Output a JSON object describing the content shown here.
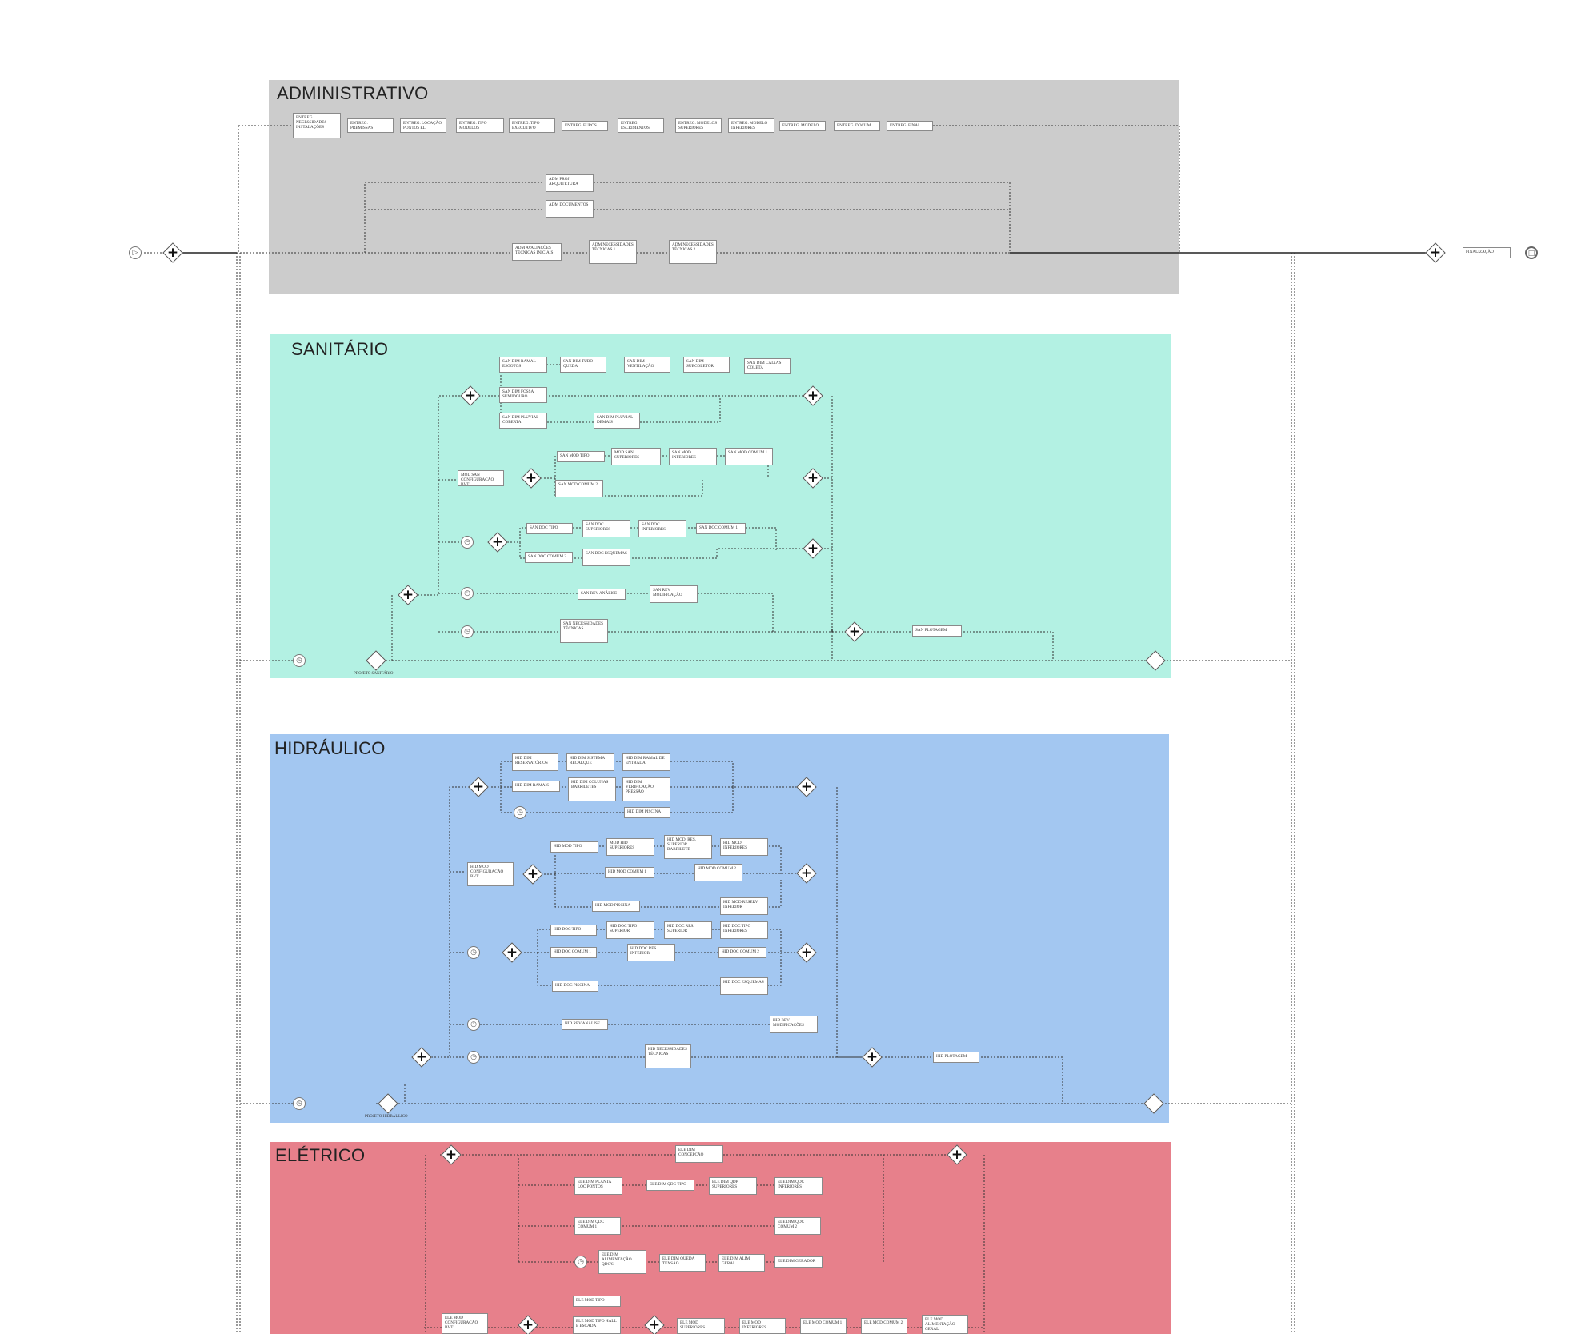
{
  "lanes": {
    "administrativo": {
      "title": "ADMINISTRATIVO",
      "color": "#cccccc"
    },
    "sanitario": {
      "title": "SANITÁRIO",
      "color": "#b3f1e3"
    },
    "hidraulico": {
      "title": "HIDRÁULICO",
      "color": "#a3c7f1"
    },
    "eletrico": {
      "title": "ELÉTRICO",
      "color": "#e7808b"
    }
  },
  "administrativo": {
    "entregas": [
      "ENTREG. NECESSIDADES INSTALAÇÕES",
      "ENTREG. PREMISSAS",
      "ENTREG. LOCAÇÃO PONTOS EL",
      "ENTREG. TIPO MODELOS",
      "ENTREG. TIPO EXECUTIVO",
      "ENTREG. FUROS",
      "ENTREG. ESCRIMENTOS",
      "ENTREG. MODELOS SUPERIORES",
      "ENTREG. MODELO INFERIORES",
      "ENTREG. MODELO",
      "ENTREG. DOCUM",
      "ENTREG. FINAL"
    ],
    "adm_proj": "ADM PROJ ARQUITETURA",
    "adm_docs": "ADM DOCUMENTOS",
    "adm_aval": "ADM AVALIAÇÕES TÉCNICAS INICIAIS",
    "adm_nec1": "ADM NECESSIDADES TÉCNICAS 1",
    "adm_nec2": "ADM NECESSIDADES TÉCNICAS 2",
    "finalizacao": "FINALIZAÇÃO"
  },
  "sanitario": {
    "dim_row1": [
      "SAN DIM RAMAL ESGOTOS",
      "SAN DIM TUBO QUEDA",
      "SAN DIM VENTILAÇÃO",
      "SAN DIM SUBCOLETOR",
      "SAN DIM CAIXAS COLETA"
    ],
    "dim_fossa": "SAN DIM FOSSA SUMIDOURO",
    "dim_pluvial_cob": "SAN DIM PLUVIAL COBERTA",
    "dim_pluvial_dem": "SAN DIM PLUVIAL DEMAIS",
    "mod_config": "MOD SAN CONFIGURAÇÃO BVT",
    "mod_row": [
      "SAN MOD TIPO",
      "MOD SAN SUPERIORES",
      "SAN MOD INFERIORES",
      "SAN MOD COMUM 1"
    ],
    "mod_comum2": "SAN MOD COMUM 2",
    "doc_row1": [
      "SAN DOC TIPO",
      "SAN DOC SUPERIORES",
      "SAN DOC INFERIORES",
      "SAN DOC COMUM 1"
    ],
    "doc_row2": [
      "SAN DOC COMUM 2",
      "SAN DOC ESQUEMAS"
    ],
    "rev": [
      "SAN REV ANÁLISE",
      "SAN REV MODIFICAÇÃO"
    ],
    "nec": "SAN NECESSIDADES TÉCNICAS",
    "plotagem": "SAN PLOTAGEM",
    "gateway_label": "PROJETO SANITÁRIO"
  },
  "hidraulico": {
    "dim_row1": [
      "HID DIM RESERVATÓRIOS",
      "HID DIM SISTEMA RECALQUE",
      "HID DIM RAMAL DE ENTRADA"
    ],
    "dim_row2": [
      "HID DIM RAMAIS",
      "HID DIM COLUNAS BARRILETES",
      "HID DIM VERIFICAÇÃO PRESSÃO"
    ],
    "dim_piscina": "HID DIM PISCINA",
    "mod_config": "HID MOD CONFIGURAÇÃO BVT",
    "mod_row": [
      "HID MOD TIPO",
      "MOD HID SUPERIORES",
      "HID MOD. RES. SUPERIOR BARRILETE",
      "HID MOD INFERIORES"
    ],
    "mod_comum1": "HID MOD COMUM 1",
    "mod_comum2": "HID MOD COMUM 2",
    "mod_piscina": "HID MOD PISCINA",
    "mod_res_inf": "HID MOD RESERV. INFERIOR",
    "doc_row1": [
      "HID DOC TIPO",
      "HID DOC TIPO SUPERIOR",
      "HID DOC RES. SUPERIOR",
      "HID DOC TIPO INFERIORES"
    ],
    "doc_comum1": "HID DOC COMUM 1",
    "doc_res_inf": "HID DOC RES. INFERIOR",
    "doc_comum2": "HID DOC COMUM 2",
    "doc_piscina": "HID DOC PISCINA",
    "doc_esquemas": "HID DOC ESQUEMAS",
    "rev": [
      "HID REV ANÁLISE",
      "HID REV MODIFICAÇÕES"
    ],
    "nec": "HID NECESSIDADES TÉCNICAS",
    "plotagem": "HID PLOTAGEM",
    "gateway_label": "PROJETO HIDRÁULICO"
  },
  "eletrico": {
    "dim_concepcao": "ELE DIM CONCEPÇÃO",
    "dim_row1": [
      "ELE DIM PLANTA LOC PONTOS",
      "ELE DIM QDC TIPO",
      "ELE DIM QDP SUPERIORES",
      "ELE DIM QDC INFERIORES"
    ],
    "dim_row2": [
      "ELE DIM QDC COMUM 1",
      "ELE DIM QDC COMUM 2"
    ],
    "dim_row3": [
      "ELE DIM ALIMENTAÇÃO QDC'S",
      "ELE DIM QUEDA TENSÃO",
      "ELE DIM ALIM GERAL",
      "ELE DIM GERADOR"
    ],
    "mod_tipo": "ELE MOD TIPO",
    "mod_config": "ELE MOD CONFIGURAÇÃO BVT",
    "mod_hall": "ELE MOD TIPO HALL E ESCADA",
    "mod_row": [
      "ELE MOD SUPERIORES",
      "ELE MOD INFERIORES",
      "ELE MOD COMUM 1",
      "ELE MOD COMUM 2",
      "ELE MOD ALIMENTAÇÃO GERAL"
    ]
  }
}
